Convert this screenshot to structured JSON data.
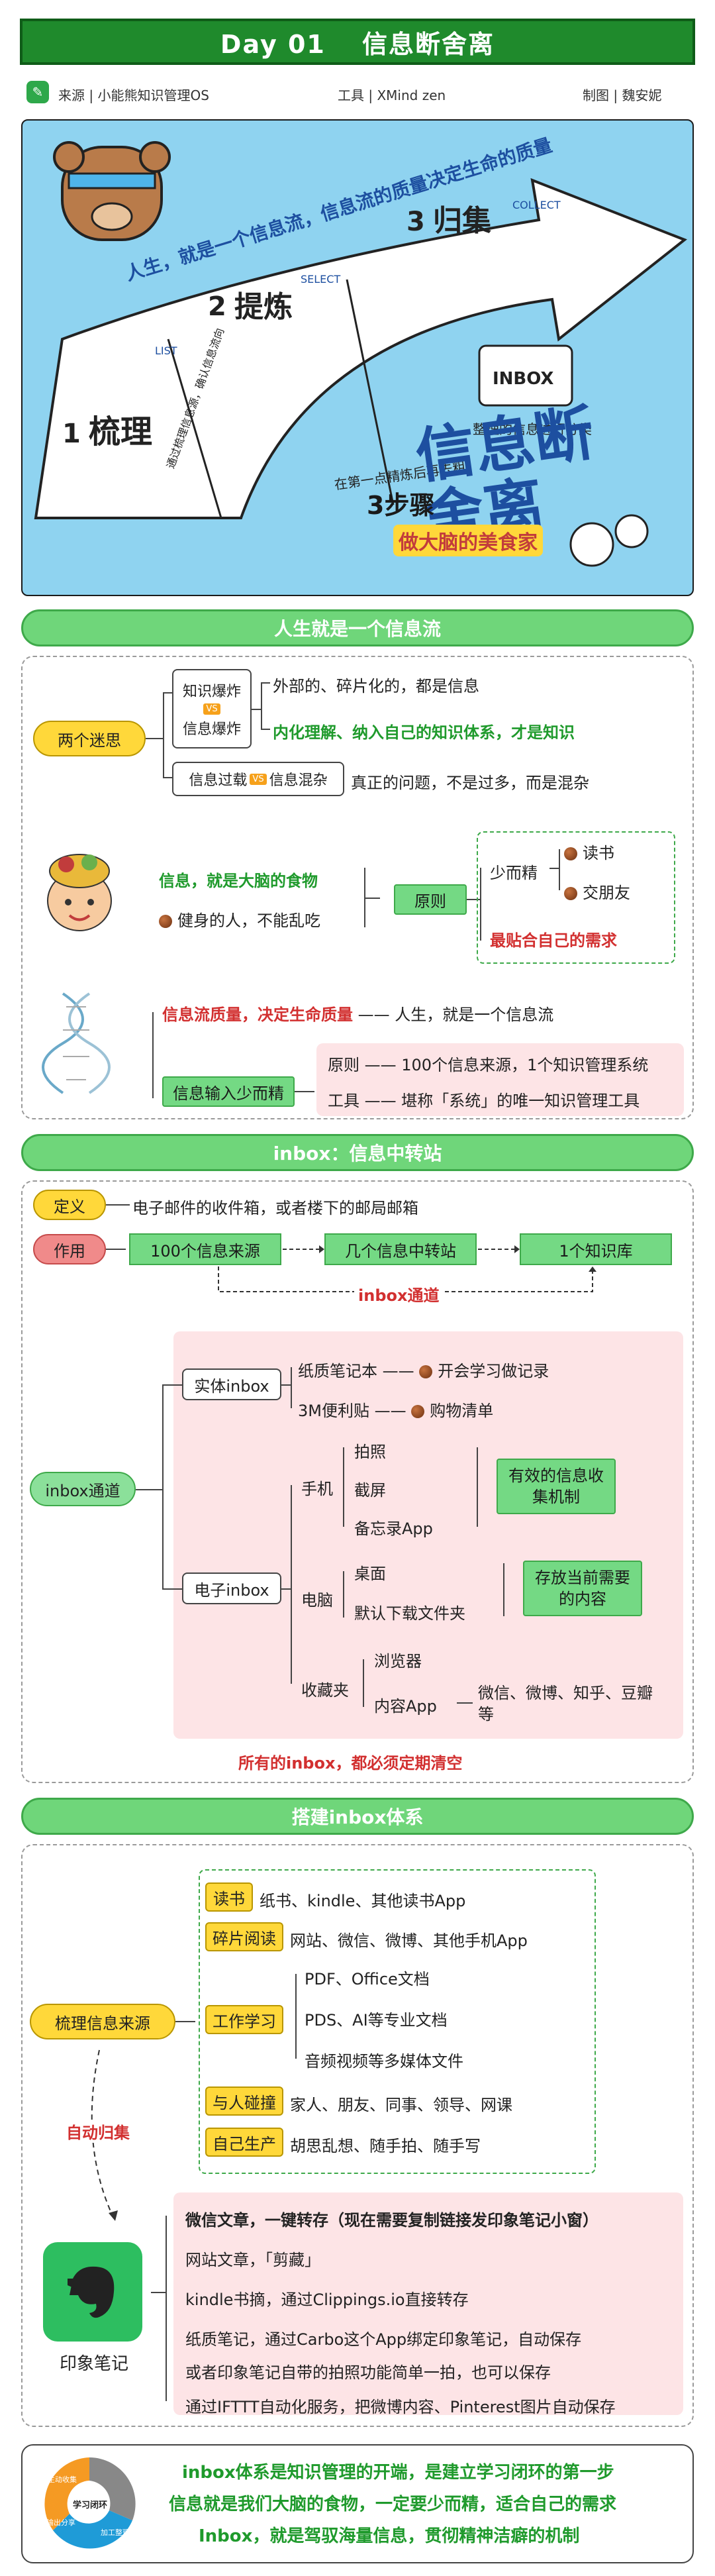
{
  "header": {
    "title": "Day 01　 信息断舍离",
    "source": "来源 | 小能熊知识管理OS",
    "tool": "工具 | XMind zen",
    "author": "制图 | 魏安妮"
  },
  "hero": {
    "slogan": "人生，就是一个信息流，信息流的质量决定生命的质量",
    "steps": [
      {
        "num": "1",
        "title": "梳理",
        "tag": "LIST",
        "caption": "通过梳理信息源，确认信息流向"
      },
      {
        "num": "2",
        "title": "提炼",
        "tag": "SELECT",
        "caption": "在第一点精炼后再去粗"
      },
      {
        "num": "3",
        "title": "归集",
        "tag": "COLLECT",
        "caption": "整理的信息进行分类"
      }
    ],
    "big_title": "信息断舍离",
    "sub_a": "3步骤",
    "sub_b": "做大脑的美食家",
    "inbox_label": "INBOX"
  },
  "section1": {
    "title": "人生就是一个信息流",
    "myths_label": "两个迷思",
    "myth1_a": "知识爆炸",
    "myth1_b": "信息爆炸",
    "vs": "VS",
    "myth1_desc1": "外部的、碎片化的，都是信息",
    "myth1_desc2": "内化理解、纳入自己的知识体系，才是知识",
    "myth2_a": "信息过载",
    "myth2_b": "信息混杂",
    "myth2_desc": "真正的问题，不是过多，而是混杂",
    "food_title": "信息，就是大脑的食物",
    "food_sub": "健身的人，不能乱吃",
    "principle": "原则",
    "less": "少而精",
    "read": "读书",
    "friend": "交朋友",
    "fit": "最贴合自己的需求",
    "quality": "信息流质量，决定生命质量",
    "quality_desc": "人生，就是一个信息流",
    "input_less": "信息输入少而精",
    "rule_desc": "原则 —— 100个信息来源，1个知识管理系统",
    "tool_desc": "工具 —— 堪称「系统」的唯一知识管理工具"
  },
  "section2": {
    "title": "inbox：信息中转站",
    "def_label": "定义",
    "def_desc": "电子邮件的收件箱，或者楼下的邮局邮箱",
    "use_label": "作用",
    "flow": [
      "100个信息来源",
      "几个信息中转站",
      "1个知识库"
    ],
    "channel_red": "inbox通道",
    "channel_label": "inbox通道",
    "physical": "实体inbox",
    "paper": "纸质笔记本 ——",
    "paper_item": "开会学习做记录",
    "postit": "3M便利贴 ——",
    "postit_item": "购物清单",
    "digital": "电子inbox",
    "phone": "手机",
    "photo": "拍照",
    "screenshot": "截屏",
    "memo": "备忘录App",
    "phone_note": "有效的信息收集机制",
    "pc": "电脑",
    "desktop": "桌面",
    "downloads": "默认下载文件夹",
    "pc_note": "存放当前需要的内容",
    "fav": "收藏夹",
    "browser": "浏览器",
    "content_app": "内容App",
    "apps": "微信、微博、知乎、豆瓣等",
    "footer": "所有的inbox，都必须定期清空"
  },
  "section3": {
    "title": "搭建inbox体系",
    "source_label": "梳理信息来源",
    "auto": "自动归集",
    "sources": [
      {
        "tag": "读书",
        "desc": "纸书、kindle、其他读书App"
      },
      {
        "tag": "碎片阅读",
        "desc": "网站、微信、微博、其他手机App"
      },
      {
        "tag": "工作学习",
        "items": [
          "PDF、Office文档",
          "PDS、AI等专业文档",
          "音频视频等多媒体文件"
        ]
      },
      {
        "tag": "与人碰撞",
        "desc": "家人、朋友、同事、领导、网课"
      },
      {
        "tag": "自己生产",
        "desc": "胡思乱想、随手拍、随手写"
      }
    ],
    "evernote": "印象笔记",
    "methods": [
      "微信文章，一键转存（现在需要复制链接发印象笔记小窗）",
      "网站文章，「剪藏」",
      "kindle书摘，通过Clippings.io直接转存",
      "纸质笔记，通过Carbo这个App绑定印象笔记，自动保存",
      "或者印象笔记自带的拍照功能简单一拍，也可以保存",
      "通过IFTTT自动化服务，把微博内容、Pinterest图片自动保存"
    ]
  },
  "summary": {
    "cycle_center": "学习闭环",
    "cycle": [
      "主动收集",
      "加工整理",
      "输出分享"
    ],
    "lines": [
      "inbox体系是知识管理的开端，是建立学习闭环的第一步",
      "信息就是我们大脑的食物，一定要少而精，适合自己的需求",
      "Inbox，就是驾驭海量信息，贯彻精神洁癖的机制"
    ]
  },
  "colors": {
    "banner": "#1f8a2c",
    "accent_green": "#6fd67a",
    "yellow": "#ffd83a",
    "pink": "#fde4e6",
    "red": "#d23030"
  }
}
